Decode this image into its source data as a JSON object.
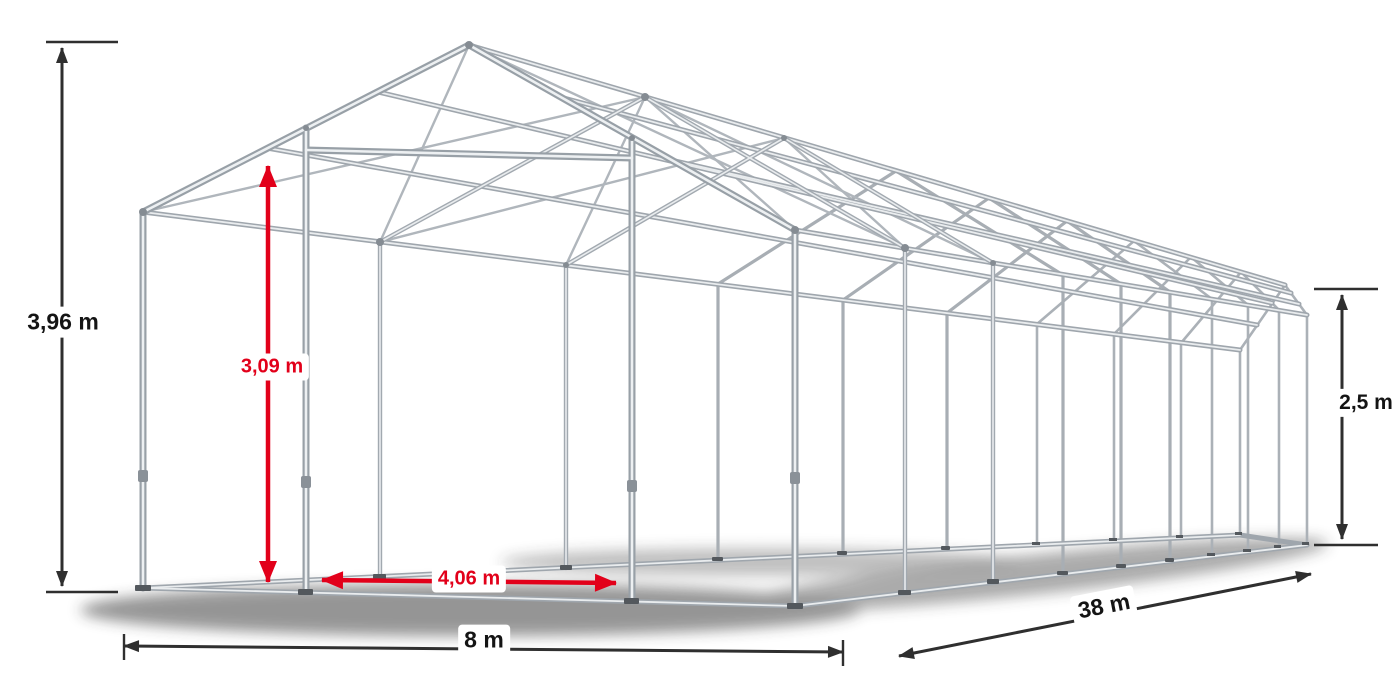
{
  "diagram": {
    "dimensions": {
      "total_height": "3,96 m",
      "inner_height": "3,09 m",
      "side_height": "2,5 m",
      "width": "8 m",
      "entrance_width": "4,06 m",
      "length": "38 m"
    },
    "colors": {
      "accent_red": "#e2001a",
      "dimension_black": "#2f2f2f",
      "frame_metal": "#a6acb2",
      "background": "#ffffff"
    }
  }
}
